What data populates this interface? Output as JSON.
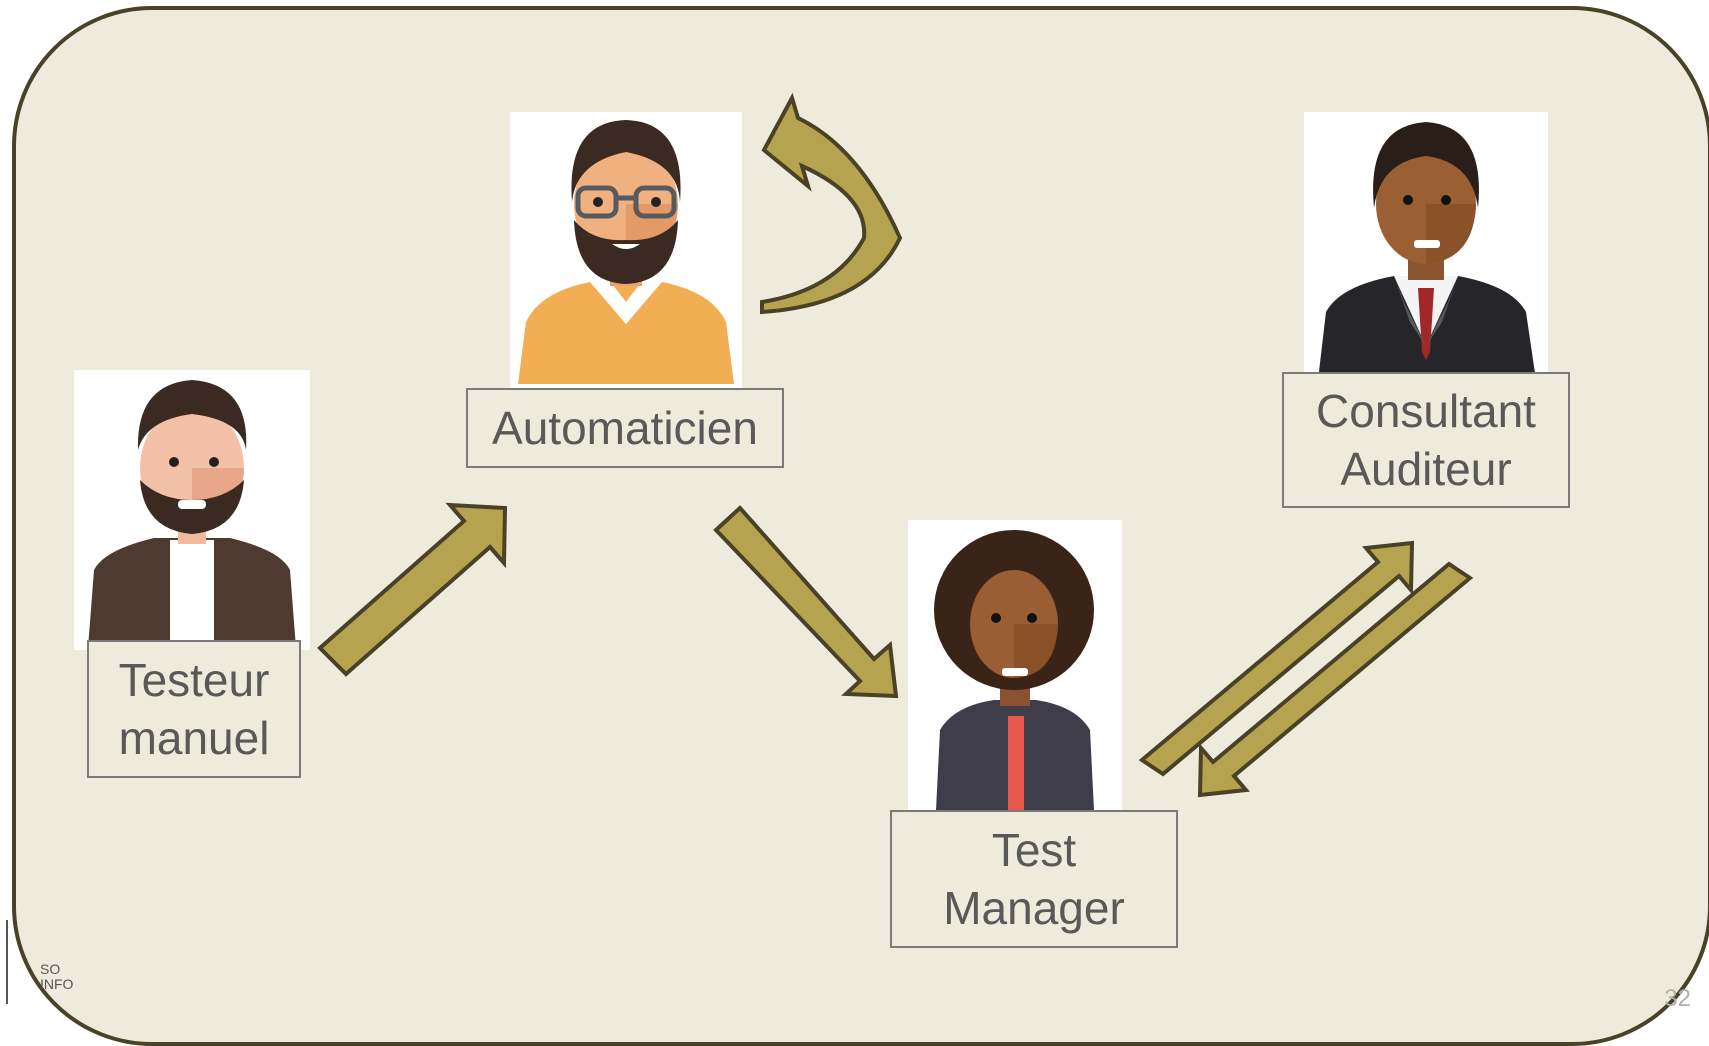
{
  "roles": {
    "manual_tester": {
      "line1": "Testeur",
      "line2": "manuel"
    },
    "automation": {
      "line1": "Automaticien"
    },
    "test_manager": {
      "line1": "Test",
      "line2": "Manager"
    },
    "consultant": {
      "line1": "Consultant",
      "line2": "Auditeur"
    }
  },
  "footer": {
    "logo_line1": "SO",
    "logo_line2": "INFO",
    "page_number": "32"
  },
  "colors": {
    "background": "#efebdc",
    "arrow_fill": "#b5a350",
    "arrow_stroke": "#4a4226",
    "label_text": "#595959"
  }
}
